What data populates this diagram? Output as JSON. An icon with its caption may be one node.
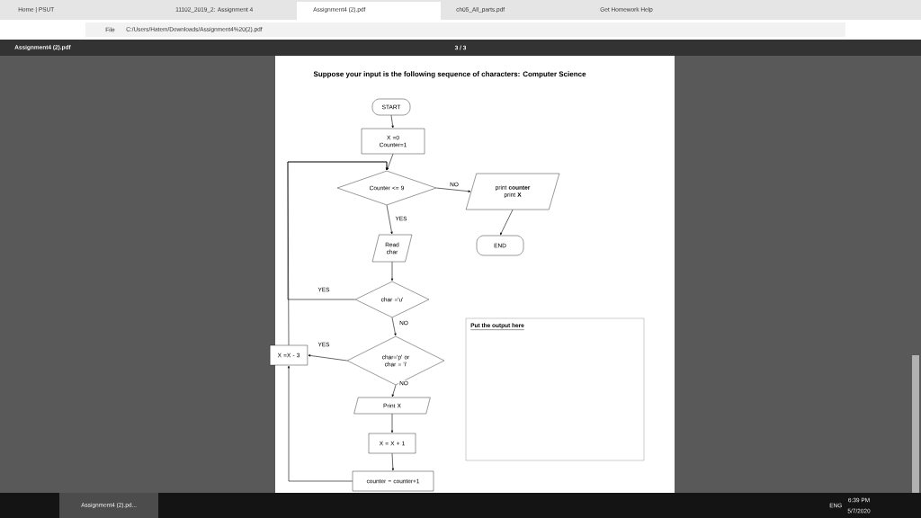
{
  "diagram": {
    "title": "Suppose your input is the following sequence of characters:  Computer Science",
    "nodes": [
      {
        "text": [
          "START"
        ]
      },
      {
        "text": [
          "X =0 Counter=1"
        ]
      },
      {
        "text": [
          "Counter <= 9"
        ]
      },
      {
        "text": [
          "print **counter** print **X**"
        ]
      },
      {
        "text": [
          "END"
        ]
      },
      {
        "text": [
          "Read char"
        ]
      },
      {
        "text": [
          "char ='u'"
        ]
      },
      {
        "text": [
          "char='p' or char = 'i'"
        ]
      },
      {
        "text": [
          "X =X - 3"
        ]
      },
      {
        "text": [
          "Print X"
        ]
      },
      {
        "text": [
          "X = X + 1"
        ]
      },
      {
        "text": [
          "counter = counter+1"
        ]
      },
      {
        "text": [
          "Put the output here"
        ]
      }
    ],
    "edges": [
      {
        "from": 0,
        "to": 1,
        "arrow": "to"
      },
      {
        "from": 1,
        "to": 2,
        "arrow": "to"
      },
      {
        "from": 2,
        "to": 3,
        "arrow": "to",
        "label": "NO"
      },
      {
        "from": 3,
        "to": 4,
        "arrow": "to"
      },
      {
        "from": 2,
        "to": 5,
        "arrow": "to",
        "label": "YES"
      },
      {
        "from": 5,
        "to": 6,
        "arrow": "to"
      },
      {
        "from": 6,
        "to": 2,
        "arrow": "to",
        "label": "YES"
      },
      {
        "from": 6,
        "to": 7,
        "arrow": "to",
        "label": "NO"
      },
      {
        "from": 7,
        "to": 8,
        "arrow": "to",
        "label": "YES"
      },
      {
        "from": 7,
        "to": 9,
        "arrow": "to",
        "label": "NO"
      },
      {
        "from": 8,
        "to": 2,
        "arrow": "to"
      },
      {
        "from": 9,
        "to": 10,
        "arrow": "to"
      },
      {
        "from": 10,
        "to": 11,
        "arrow": "to"
      },
      {
        "from": 11,
        "to": 8,
        "arrow": "to"
      }
    ],
    "labels": [
      "Home | PSUT",
      "11102_2019_2: Assignment 4",
      "Assignment4 (2).pdf",
      "ch05_All_parts.pdf",
      "Get Homework Help",
      "File",
      "C:/Users/Hatem/Downloads/Assignment4%20(2).pdf",
      "Assignment4 (2).pdf",
      "3 / 3",
      "Assignment4 (2).pd...",
      "ENG",
      "6:39 PM",
      "5/7/2020"
    ]
  }
}
